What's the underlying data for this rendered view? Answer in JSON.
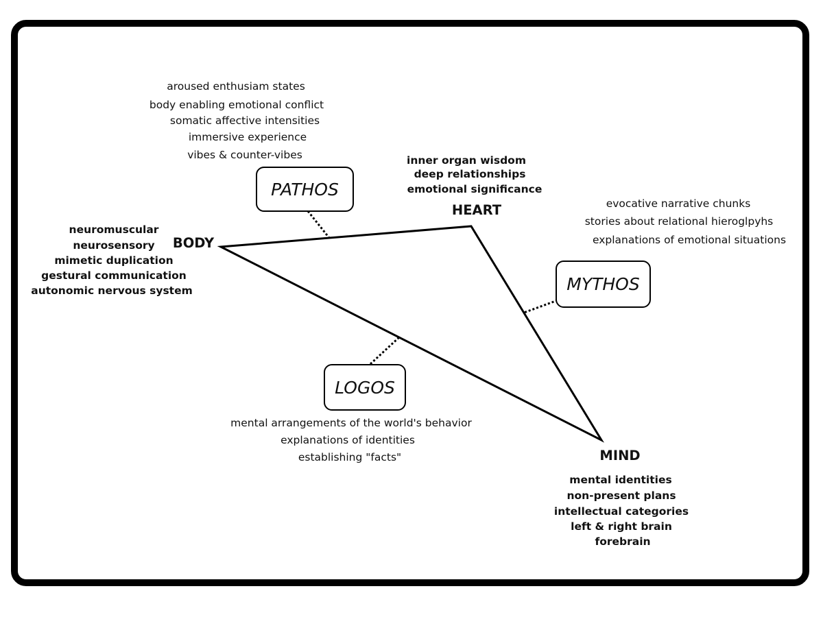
{
  "vertices": {
    "body": "BODY",
    "heart": "HEART",
    "mind": "MIND"
  },
  "boxes": {
    "pathos": "PATHOS",
    "mythos": "MYTHOS",
    "logos": "LOGOS"
  },
  "pathos_notes": [
    "aroused enthusiam states",
    "body enabling emotional conflict",
    "somatic affective intensities",
    "immersive experience",
    "vibes & counter-vibes"
  ],
  "heart_notes": [
    "inner organ wisdom",
    "deep relationships",
    "emotional significance"
  ],
  "mythos_notes": [
    "evocative narrative chunks",
    "stories about relational hieroglpyhs",
    "explanations of emotional situations"
  ],
  "body_notes": [
    "neuromuscular",
    "neurosensory",
    "mimetic duplication",
    "gestural communication",
    "autonomic nervous system"
  ],
  "logos_notes": [
    "mental arrangements of the world's behavior",
    "explanations of identities",
    "establishing \"facts\""
  ],
  "mind_notes": [
    "mental identities",
    "non-present plans",
    "intellectual categories",
    "left & right brain",
    "forebrain"
  ]
}
